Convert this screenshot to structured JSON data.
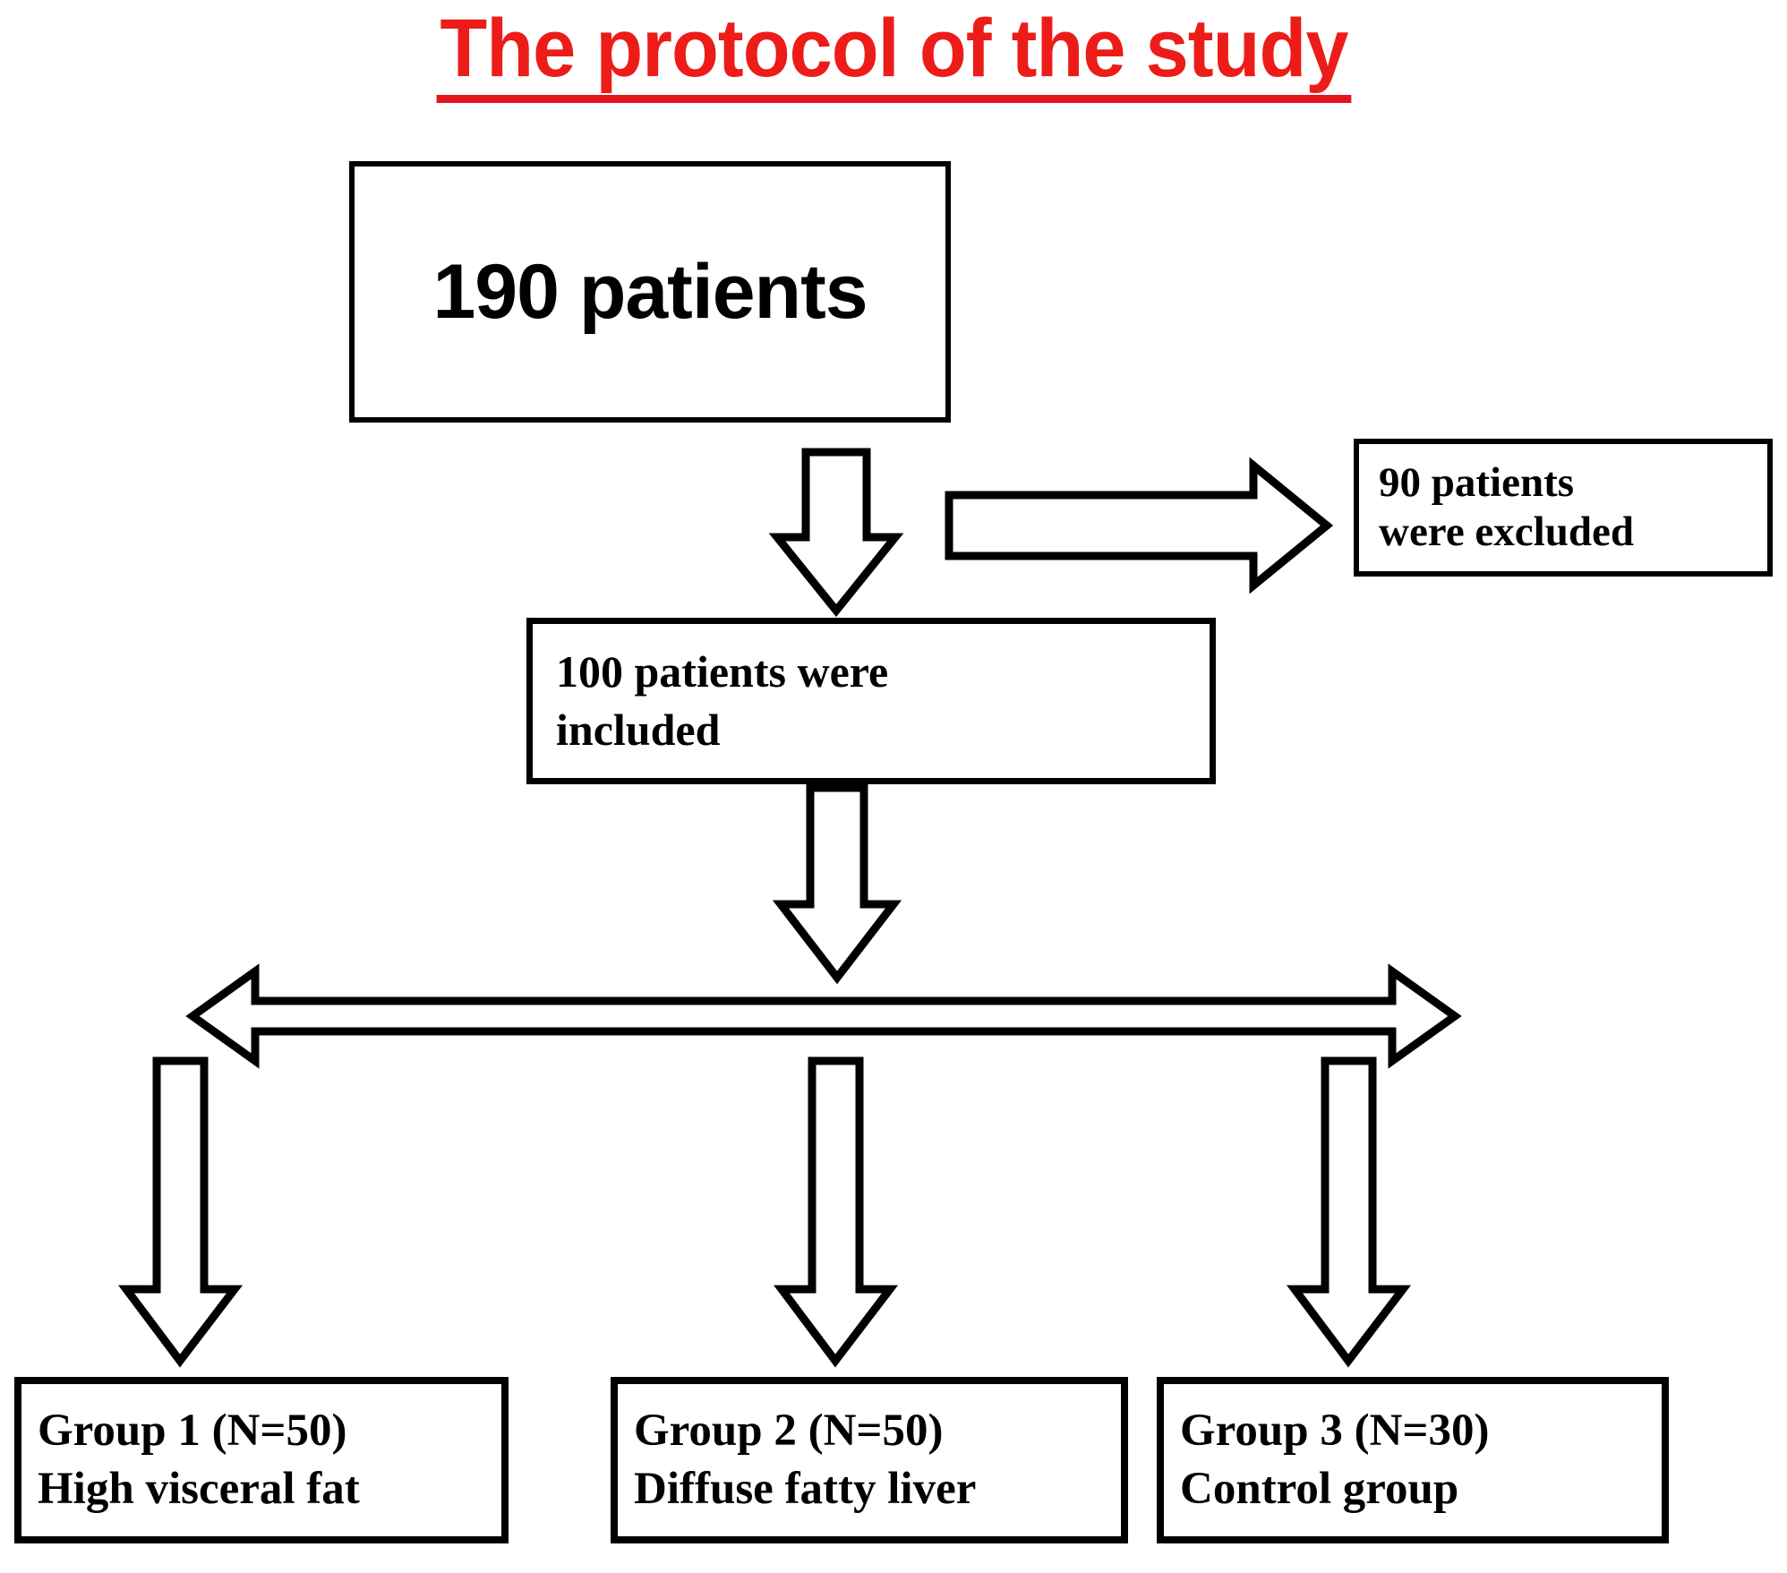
{
  "title": {
    "text": "The protocol of the study",
    "color": "#EC1C19",
    "underline": true
  },
  "colors": {
    "title_red": "#EC1C19",
    "underline_red": "#E4141B",
    "box_border": "#000000",
    "box_fill": "#FFFFFF",
    "text": "#000000",
    "page_background": "#FFFFFF"
  },
  "flowchart": {
    "type": "flowchart",
    "orientation": "top-down",
    "nodes": [
      {
        "id": "enrolled",
        "label": "190 patients",
        "count": 190,
        "font": "sans-bold"
      },
      {
        "id": "excluded",
        "label_lines": [
          "90 patients",
          "were excluded"
        ],
        "label": "90 patients were excluded",
        "count": 90,
        "font": "serif-bold"
      },
      {
        "id": "included",
        "label_lines": [
          "100 patients were",
          "included"
        ],
        "label": "100 patients were included",
        "count": 100,
        "font": "serif-bold"
      },
      {
        "id": "group1",
        "label_lines": [
          "Group 1 (N=50)",
          "High visceral fat"
        ],
        "label": "Group 1 (N=50) High visceral fat",
        "name": "Group 1",
        "n": 50,
        "description": "High visceral fat",
        "font": "serif-bold"
      },
      {
        "id": "group2",
        "label_lines": [
          "Group 2 (N=50)",
          "Diffuse fatty liver"
        ],
        "label": "Group 2 (N=50) Diffuse fatty liver",
        "name": "Group 2",
        "n": 50,
        "description": "Diffuse fatty liver",
        "font": "serif-bold"
      },
      {
        "id": "group3",
        "label_lines": [
          "Group 3 (N=30)",
          "Control group"
        ],
        "label": "Group 3 (N=30) Control group",
        "name": "Group 3",
        "n": 30,
        "description": "Control group",
        "font": "serif-bold"
      }
    ],
    "edges": [
      {
        "from": "enrolled",
        "to": "excluded",
        "style": "hollow-block-arrow",
        "direction": "right"
      },
      {
        "from": "enrolled",
        "to": "included",
        "style": "hollow-block-arrow",
        "direction": "down"
      },
      {
        "from": "included",
        "to": "split-bar",
        "style": "hollow-block-arrow",
        "direction": "down"
      },
      {
        "from": "split-bar",
        "to": "group1",
        "style": "hollow-block-arrow",
        "direction": "down"
      },
      {
        "from": "split-bar",
        "to": "group2",
        "style": "hollow-block-arrow",
        "direction": "down"
      },
      {
        "from": "split-bar",
        "to": "group3",
        "style": "hollow-block-arrow",
        "direction": "down"
      }
    ],
    "split_bar": {
      "style": "hollow-double-headed-block-arrow",
      "orientation": "horizontal"
    }
  }
}
